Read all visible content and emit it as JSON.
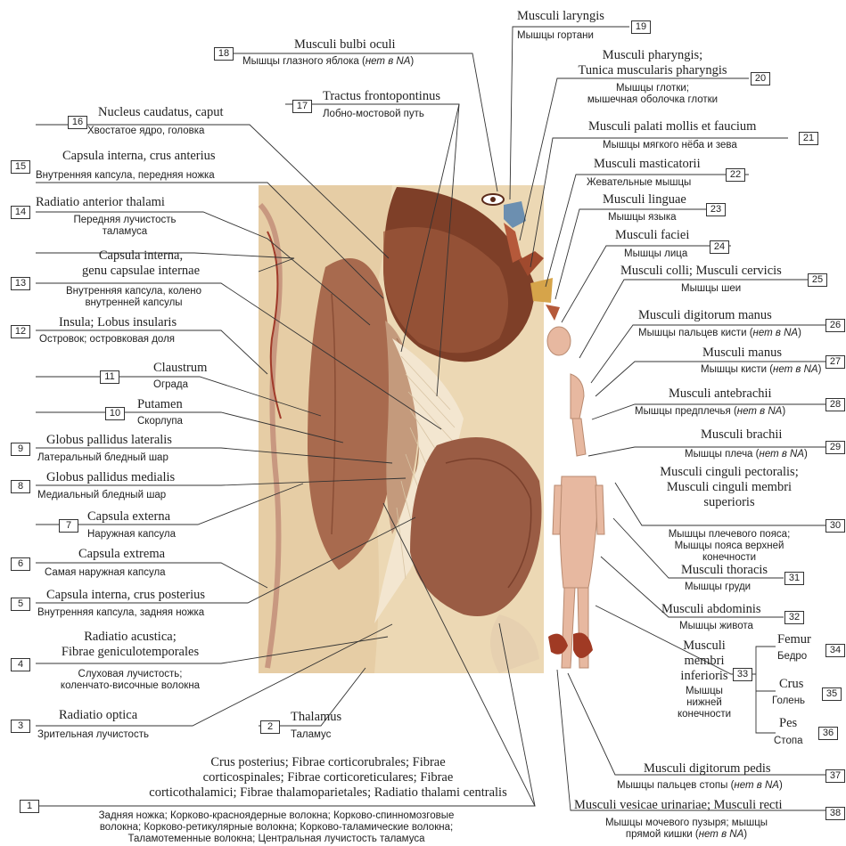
{
  "labels": {
    "l1": {
      "num": "1",
      "latin": [
        "Crus posterius; Fibrae corticorubrales; Fibrae",
        "corticospinales; Fibrae corticoreticulares; Fibrae",
        "corticothalamici; Fibrae thalamoparietales; Radiatio thalami centralis"
      ],
      "ru": [
        "Задняя ножка; Корково-красноядерные волокна; Корково-спинномозговые",
        "волокна; Корково-ретикулярные волокна; Корково-таламические волокна;",
        "Таламотеменные волокна; Центральная лучистость таламуса"
      ]
    },
    "l2": {
      "num": "2",
      "latin": [
        "Thalamus"
      ],
      "ru": [
        "Таламус"
      ]
    },
    "l3": {
      "num": "3",
      "latin": [
        "Radiatio optica"
      ],
      "ru": [
        "Зрительная лучистость"
      ]
    },
    "l4": {
      "num": "4",
      "latin": [
        "Radiatio acustica;",
        "Fibrae geniculotemporales"
      ],
      "ru": [
        "Слуховая лучистость;",
        "коленчато-височные волокна"
      ]
    },
    "l5": {
      "num": "5",
      "latin": [
        "Capsula interna, crus posterius"
      ],
      "ru": [
        "Внутренняя капсула, задняя ножка"
      ]
    },
    "l6": {
      "num": "6",
      "latin": [
        "Capsula extrema"
      ],
      "ru": [
        "Самая наружная капсула"
      ]
    },
    "l7": {
      "num": "7",
      "latin": [
        "Capsula externa"
      ],
      "ru": [
        "Наружная капсула"
      ]
    },
    "l8": {
      "num": "8",
      "latin": [
        "Globus pallidus medialis"
      ],
      "ru": [
        "Медиальный бледный шар"
      ]
    },
    "l9": {
      "num": "9",
      "latin": [
        "Globus pallidus lateralis"
      ],
      "ru": [
        "Латеральный бледный шар"
      ]
    },
    "l10": {
      "num": "10",
      "latin": [
        "Putamen"
      ],
      "ru": [
        "Скорлупа"
      ]
    },
    "l11": {
      "num": "11",
      "latin": [
        "Claustrum"
      ],
      "ru": [
        "Ограда"
      ]
    },
    "l12": {
      "num": "12",
      "latin": [
        "Insula; Lobus insularis"
      ],
      "ru": [
        "Островок; островковая доля"
      ]
    },
    "l13": {
      "num": "13",
      "latin": [
        "Capsula interna,",
        "genu capsulae internae"
      ],
      "ru": [
        "Внутренняя капсула, колено",
        "внутренней капсулы"
      ]
    },
    "l14": {
      "num": "14",
      "latin": [
        "Radiatio anterior thalami"
      ],
      "ru": [
        "Передняя лучистость",
        "таламуса"
      ]
    },
    "l15": {
      "num": "15",
      "latin": [
        "Capsula interna, crus anterius"
      ],
      "ru": [
        "Внутренняя капсула, передняя ножка"
      ]
    },
    "l16": {
      "num": "16",
      "latin": [
        "Nucleus caudatus, caput"
      ],
      "ru": [
        "Хвостатое ядро, головка"
      ]
    },
    "l17": {
      "num": "17",
      "latin": [
        "Tractus frontopontinus"
      ],
      "ru": [
        "Лобно-мостовой путь"
      ]
    },
    "l18": {
      "num": "18",
      "latin": [
        "Musculi bulbi oculi"
      ],
      "ru": [
        "Мышцы глазного яблока ("
      ],
      "ru_em": "нет в NA",
      "ru_end": ")"
    },
    "l19": {
      "num": "19",
      "latin": [
        "Musculi laryngis"
      ],
      "ru": [
        "Мышцы гортани"
      ]
    },
    "l20": {
      "num": "20",
      "latin": [
        "Musculi pharyngis;",
        "Tunica muscularis pharyngis"
      ],
      "ru": [
        "Мышцы глотки;",
        "мышечная оболочка глотки"
      ]
    },
    "l21": {
      "num": "21",
      "latin": [
        "Musculi palati mollis et faucium"
      ],
      "ru": [
        "Мышцы мягкого нёба и зева"
      ]
    },
    "l22": {
      "num": "22",
      "latin": [
        "Musculi masticatorii"
      ],
      "ru": [
        "Жевательные мышцы"
      ]
    },
    "l23": {
      "num": "23",
      "latin": [
        "Musculi linguae"
      ],
      "ru": [
        "Мышцы языка"
      ]
    },
    "l24": {
      "num": "24",
      "latin": [
        "Musculi faciei"
      ],
      "ru": [
        "Мышцы лица"
      ]
    },
    "l25": {
      "num": "25",
      "latin": [
        "Musculi colli; Musculi cervicis"
      ],
      "ru": [
        "Мышцы шеи"
      ]
    },
    "l26": {
      "num": "26",
      "latin": [
        "Musculi digitorum manus"
      ],
      "ru": [
        "Мышцы пальцев кисти ("
      ],
      "ru_em": "нет в NA",
      "ru_end": ")"
    },
    "l27": {
      "num": "27",
      "latin": [
        "Musculi manus"
      ],
      "ru": [
        "Мышцы кисти ("
      ],
      "ru_em": "нет в NA",
      "ru_end": ")"
    },
    "l28": {
      "num": "28",
      "latin": [
        "Musculi antebrachii"
      ],
      "ru": [
        "Мышцы предплечья ("
      ],
      "ru_em": "нет в NA",
      "ru_end": ")"
    },
    "l29": {
      "num": "29",
      "latin": [
        "Musculi brachii"
      ],
      "ru": [
        "Мышцы плеча ("
      ],
      "ru_em": "нет в NA",
      "ru_end": ")"
    },
    "l30": {
      "num": "30",
      "latin": [
        "Musculi cinguli pectoralis;",
        "Musculi cinguli membri",
        "superioris"
      ],
      "ru": [
        "Мышцы плечевого пояса;",
        "Мышцы пояса верхней",
        "конечности"
      ]
    },
    "l31": {
      "num": "31",
      "latin": [
        "Musculi thoracis"
      ],
      "ru": [
        "Мышцы груди"
      ]
    },
    "l32": {
      "num": "32",
      "latin": [
        "Musculi abdominis"
      ],
      "ru": [
        "Мышцы живота"
      ]
    },
    "l33": {
      "num": "33",
      "latin": [
        "Musculi",
        "membri",
        "inferioris"
      ],
      "ru": [
        "Мышцы",
        "нижней",
        "конечности"
      ]
    },
    "l34": {
      "num": "34",
      "latin": [
        "Femur"
      ],
      "ru": [
        "Бедро"
      ]
    },
    "l35": {
      "num": "35",
      "latin": [
        "Crus"
      ],
      "ru": [
        "Голень"
      ]
    },
    "l36": {
      "num": "36",
      "latin": [
        "Pes"
      ],
      "ru": [
        "Стопа"
      ]
    },
    "l37": {
      "num": "37",
      "latin": [
        "Musculi digitorum pedis"
      ],
      "ru": [
        "Мышцы пальцев стопы ("
      ],
      "ru_em": "нет в NA",
      "ru_end": ")"
    },
    "l38": {
      "num": "38",
      "latin": [
        "Musculi vesicae urinariae; Musculi recti"
      ],
      "ru": [
        "Мышцы мочевого пузыря; мышцы",
        "прямой кишки ("
      ],
      "ru_em": "нет в NA",
      "ru_end": ")"
    }
  },
  "colors": {
    "brain_bg": "#e9d4ae",
    "putamen": "#a86a4e",
    "caudate": "#7e3f28",
    "pallidus": "#c49a7c",
    "capsule": "#f3e6d0",
    "thalamus": "#9a5c44",
    "muscle": "#b5593a",
    "skin": "#e7b8a0"
  }
}
